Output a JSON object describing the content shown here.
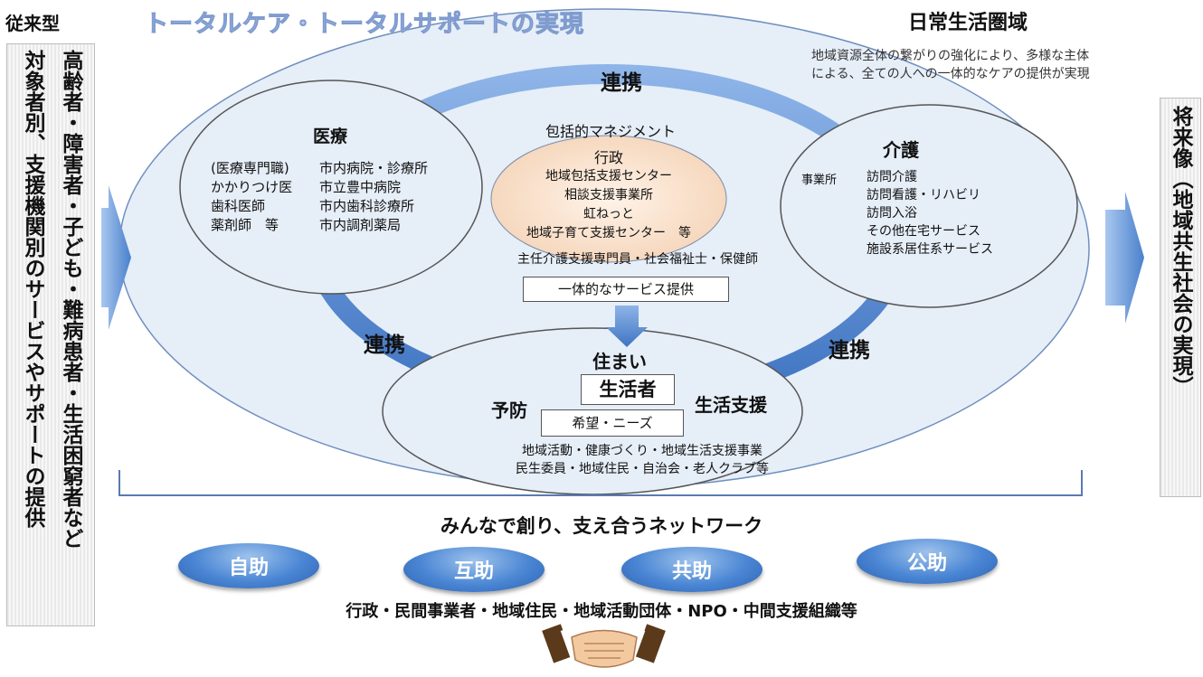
{
  "left": {
    "label": "従来型",
    "col1": "高齢者・障害者・子ども・難病患者・生活困窮者など",
    "col2": "対象者別、支援機関別のサービスやサポートの提供"
  },
  "title": "トータルケア・トータルサポートの実現",
  "daily_area": {
    "title": "日常生活圏域",
    "desc1": "地域資源全体の繋がりの強化により、多様な主体",
    "desc2": "による、全ての人への一体的なケアの提供が実現"
  },
  "renkei": "連携",
  "medical": {
    "title": "医療",
    "rows": [
      [
        "(医療専門職)",
        "市内病院・診療所"
      ],
      [
        "かかりつけ医",
        "市立豊中病院"
      ],
      [
        "歯科医師",
        "市内歯科診療所"
      ],
      [
        "薬剤師　等",
        "市内調剤薬局"
      ]
    ]
  },
  "care": {
    "title": "介護",
    "label": "事業所",
    "items": [
      "訪問介護",
      "訪問看護・リハビリ",
      "訪問入浴",
      "その他在宅サービス",
      "施設系居住系サービス"
    ]
  },
  "center": {
    "title": "包括的マネジメント",
    "items": [
      "行政",
      "地域包括支援センター",
      "相談支援事業所",
      "虹ねっと",
      "地域子育て支援センター　等"
    ],
    "sub": "主任介護支援専門員・社会福祉士・保健師",
    "service": "一体的なサービス提供"
  },
  "bottom": {
    "sumai": "住まい",
    "seikatsusha": "生活者",
    "yobou": "予防",
    "shien": "生活支援",
    "needs": "希望・ニーズ",
    "line1": "地域活動・健康づくり・地域生活支援事業",
    "line2": "民生委員・地域住民・自治会・老人クラブ等"
  },
  "right": {
    "text": "将来像（地域共生社会の実現）"
  },
  "network": {
    "title": "みんなで創り、支え合うネットワーク",
    "pills": [
      "自助",
      "互助",
      "共助",
      "公助"
    ],
    "actors": "行政・民間事業者・地域住民・地域活動団体・NPO・中間支援組織等"
  },
  "colors": {
    "ring": "#5b8fd6",
    "ellipse_fill": "#e6eef8",
    "center_fill": "#fbe6d4",
    "arrow": "#4f86d0"
  }
}
